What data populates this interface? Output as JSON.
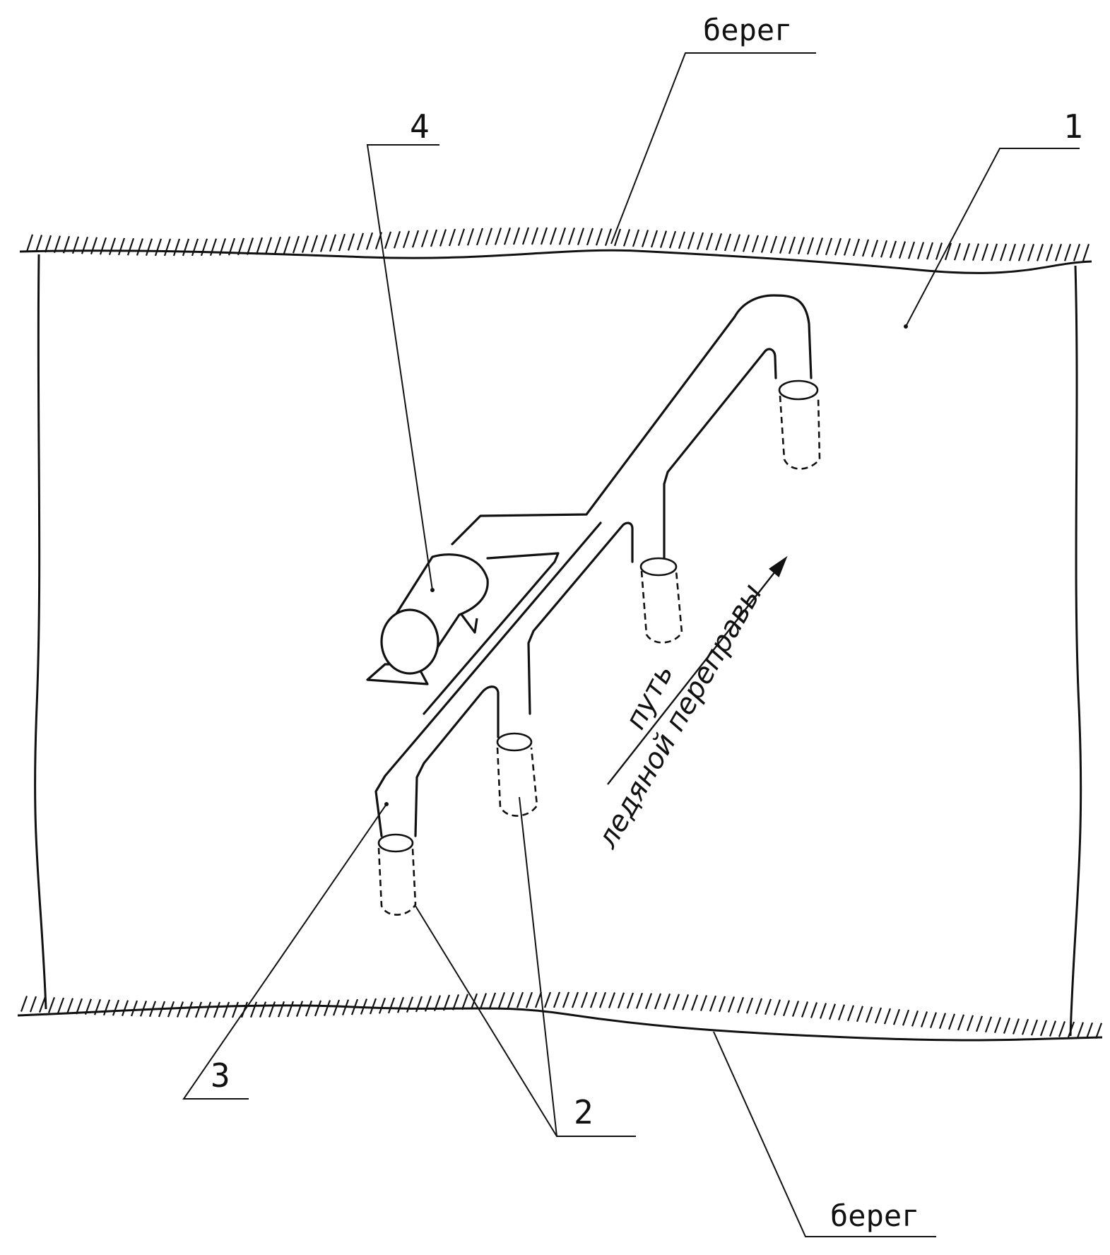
{
  "diagram": {
    "labels": {
      "shore_top": "берег",
      "shore_bottom": "берег",
      "callout_1": "1",
      "callout_2": "2",
      "callout_3": "3",
      "callout_4": "4",
      "route_line1": "путь",
      "route_line2": "ледяной переправы"
    },
    "colors": {
      "ink": "#111111",
      "background": "#ffffff"
    }
  }
}
